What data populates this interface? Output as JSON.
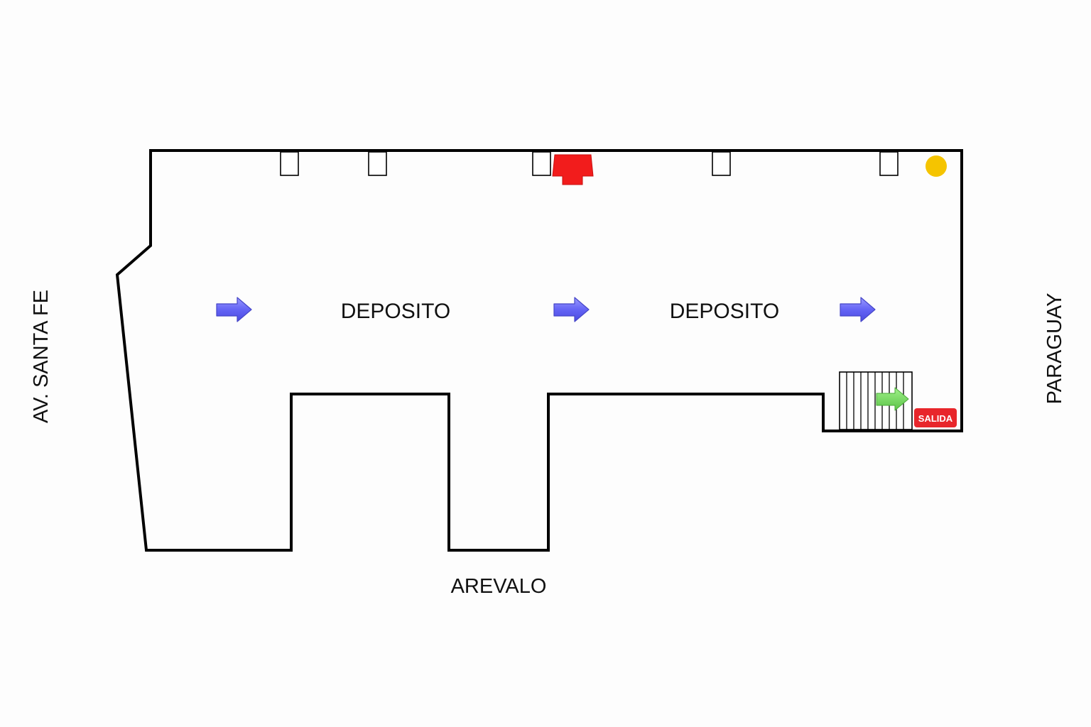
{
  "plan": {
    "rooms": [
      {
        "label": "DEPOSITO"
      },
      {
        "label": "DEPOSITO"
      }
    ],
    "streets": {
      "left": "AV. SANTA FE",
      "bottom": "AREVALO",
      "right": "PARAGUAY"
    },
    "exit_sign": {
      "label": "SALIDA",
      "color": "#e8262b"
    },
    "evacuation_arrow_color": "#6b6bff",
    "stairs_arrow_color": "#6fd35a",
    "fire_extinguisher_color": "#f21c1c",
    "warning_light_color": "#f5c400",
    "wall_color": "#000000",
    "icons": {
      "evacuation_arrow": "arrow-right-icon",
      "stairs_arrow": "arrow-right-icon",
      "fire_extinguisher": "fire-extinguisher-icon",
      "alarm_light": "yellow-dot-icon"
    }
  }
}
